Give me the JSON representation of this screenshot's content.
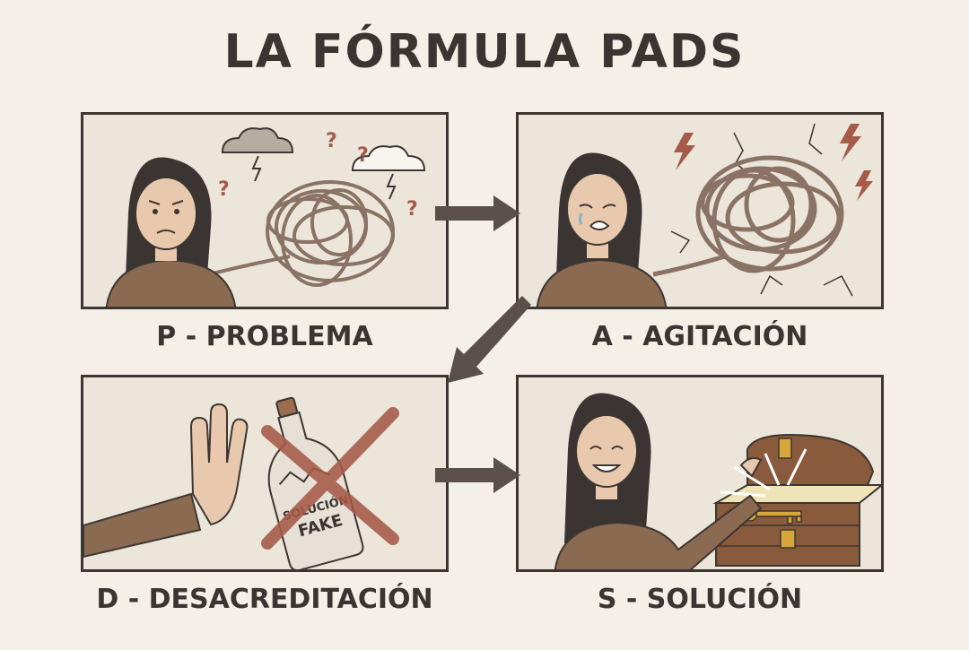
{
  "title": "LA FÓRMULA PADS",
  "steps": [
    {
      "id": "p",
      "label": "P - PROBLEMA"
    },
    {
      "id": "a",
      "label": "A - AGITACIÓN"
    },
    {
      "id": "d",
      "label": "D - DESACREDITACIÓN"
    },
    {
      "id": "s",
      "label": "S - SOLUCIÓN"
    }
  ],
  "bottle": {
    "line1": "SOLUCIÓN",
    "line2": "FAKE"
  },
  "colors": {
    "background": "#f4f0e8",
    "panel": "#ebe5da",
    "ink": "#3a3532",
    "sweater": "#8b6a52",
    "rope": "#8a7264",
    "cross": "#a65a48",
    "key": "#d8a63c"
  }
}
